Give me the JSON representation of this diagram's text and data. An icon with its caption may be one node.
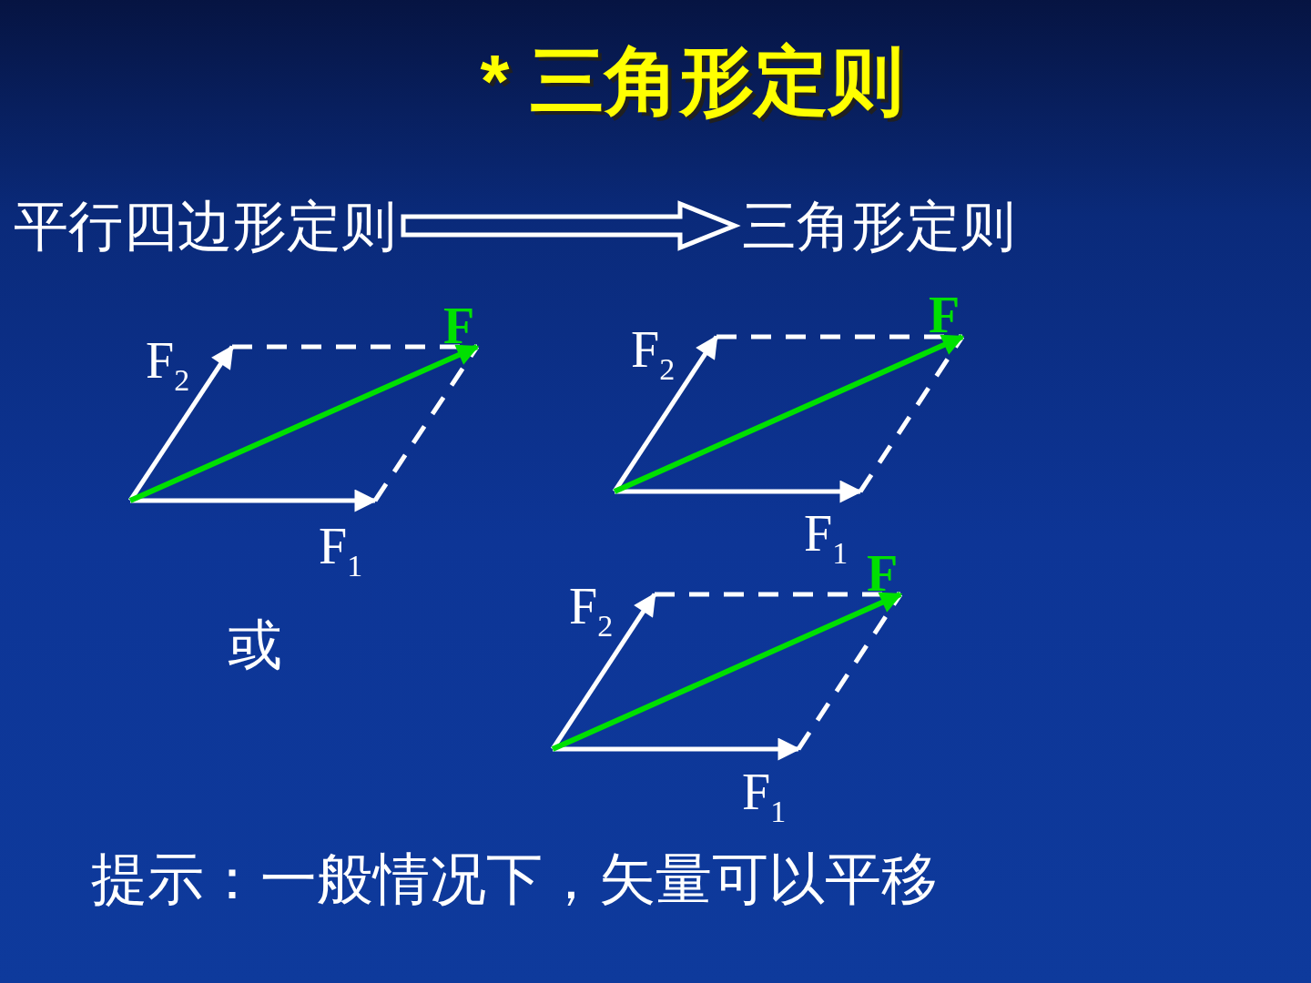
{
  "diagram": {
    "title": "* 三角形定则",
    "nodes": [
      {
        "text": [
          "平行四边形定则"
        ]
      },
      {
        "text": [
          "三角形定则"
        ]
      }
    ],
    "edges": [
      {
        "from": 0,
        "to": 1,
        "arrow": "to",
        "style": "thick"
      }
    ],
    "labels": [
      "F$_{2}$",
      "F",
      "F$_{1}$",
      "或",
      "F$_{2}$",
      "F",
      "F$_{1}$",
      "F$_{2}$",
      "F",
      "F$_{1}$",
      "提示：一般情况下，矢量可以平移"
    ]
  }
}
